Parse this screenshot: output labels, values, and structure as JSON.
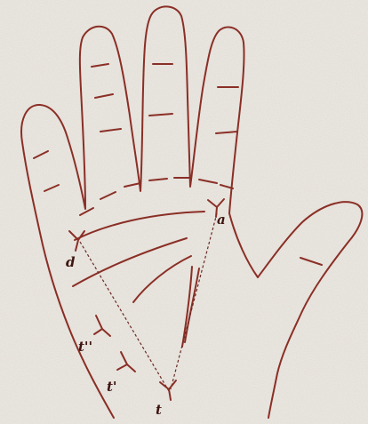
{
  "diagram": {
    "colors": {
      "paper": "#eeeae4",
      "ink": "#8a2f26",
      "dashed": "#6b2a24",
      "label": "#3d1410"
    },
    "points": {
      "a": {
        "label": "a"
      },
      "d": {
        "label": "d"
      },
      "t": {
        "label": "t"
      },
      "t_prime": {
        "label": "t'"
      },
      "t_double_prime": {
        "label": "t''"
      }
    }
  }
}
